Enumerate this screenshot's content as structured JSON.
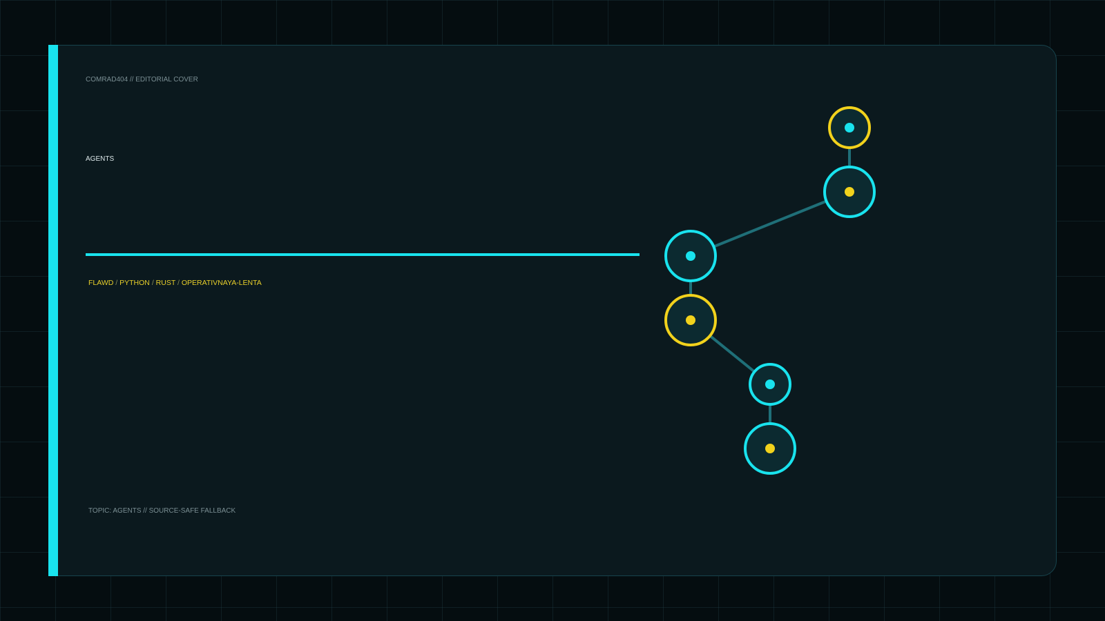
{
  "cover": {
    "eyebrow": "COMRAD404 // EDITORIAL COVER",
    "title": "AGENTS",
    "tags": [
      "FLAWD",
      "PYTHON",
      "RUST",
      "OPERATIVNAYA-LENTA"
    ],
    "tag_separator": "/",
    "footer": "TOPIC: AGENTS // SOURCE-SAFE FALLBACK"
  },
  "colors": {
    "accent": "#19e3ee",
    "highlight": "#f2d21c",
    "panel": "#0b191e",
    "background": "#050d10",
    "edge": "#1f6f78"
  },
  "graph": {
    "nodes": [
      {
        "id": "n1",
        "ring": "highlight",
        "dot": "accent",
        "size": "small"
      },
      {
        "id": "n2",
        "ring": "accent",
        "dot": "highlight",
        "size": "large"
      },
      {
        "id": "n3",
        "ring": "accent",
        "dot": "accent",
        "size": "large"
      },
      {
        "id": "n4",
        "ring": "highlight",
        "dot": "highlight",
        "size": "large"
      },
      {
        "id": "n5",
        "ring": "accent",
        "dot": "accent",
        "size": "small"
      },
      {
        "id": "n6",
        "ring": "accent",
        "dot": "highlight",
        "size": "large"
      }
    ],
    "edges": [
      [
        "n1",
        "n2"
      ],
      [
        "n2",
        "n3"
      ],
      [
        "n3",
        "n4"
      ],
      [
        "n4",
        "n5"
      ],
      [
        "n5",
        "n6"
      ]
    ]
  }
}
